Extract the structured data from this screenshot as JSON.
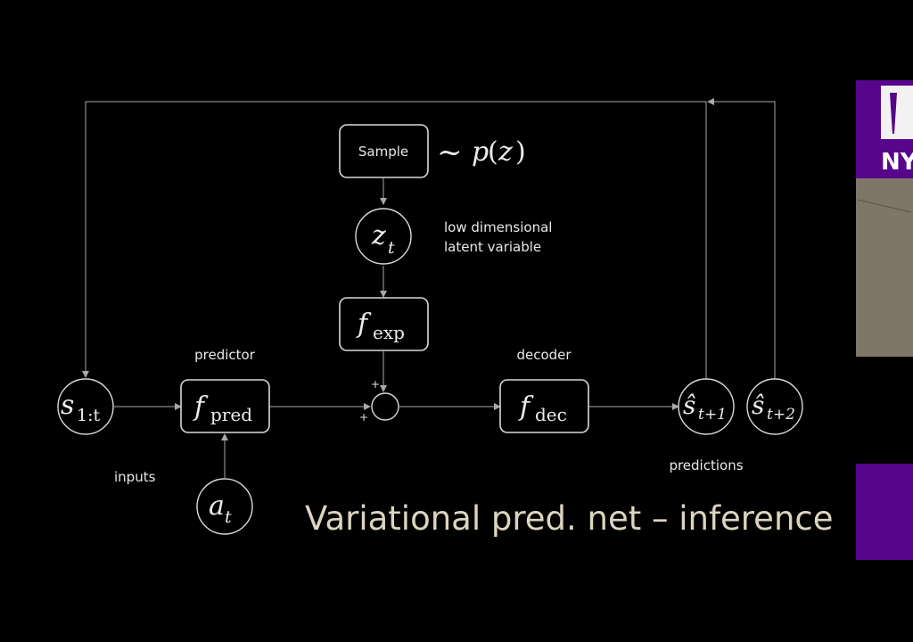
{
  "nodes": {
    "sample_box": {
      "label": "Sample"
    },
    "sample_dist": {
      "tilde": "~",
      "p": "p",
      "open": "(",
      "z": "z",
      "close": ")"
    },
    "z_node": {
      "main": "z",
      "sub": "t"
    },
    "f_exp": {
      "main": "f",
      "sub": "exp"
    },
    "s_input": {
      "main": "s",
      "sub": "1:t"
    },
    "f_pred": {
      "main": "f",
      "sub": "pred"
    },
    "a_node": {
      "main": "a",
      "sub": "t"
    },
    "f_dec": {
      "main": "f",
      "sub": "dec"
    },
    "s_pred1": {
      "main": "ŝ",
      "sub": "t+1"
    },
    "s_pred2": {
      "main": "ŝ",
      "sub": "t+2"
    },
    "sum_node": {
      "plus_top": "+",
      "plus_left": "+"
    }
  },
  "labels": {
    "latent_line1": "low dimensional",
    "latent_line2": "latent variable",
    "predictor": "predictor",
    "decoder": "decoder",
    "inputs": "inputs",
    "predictions": "predictions"
  },
  "slide_title": "Variational pred. net – inference",
  "side_panel": {
    "logo_text": "NY"
  },
  "colors": {
    "background": "#000000",
    "foreground": "#e8e8e8",
    "wire": "#a8a8a8",
    "title": "#dcd4c0",
    "nyu_purple": "#57068c"
  }
}
